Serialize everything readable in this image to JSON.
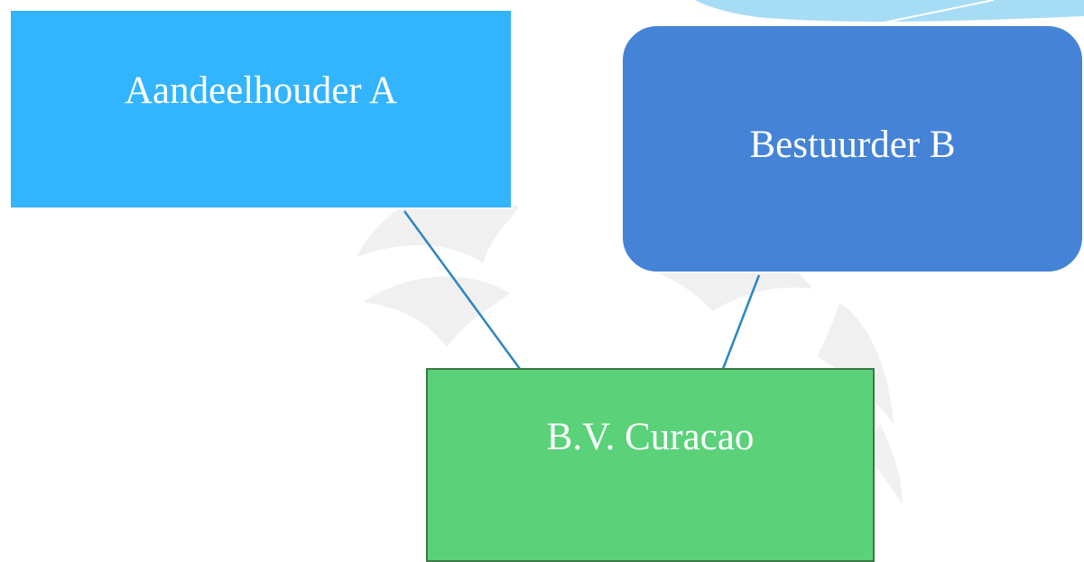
{
  "nodes": [
    {
      "id": "a",
      "label": "Aandeelhouder A",
      "color": "#33b4fe"
    },
    {
      "id": "b",
      "label": "Bestuurder B",
      "color": "#4583d6"
    },
    {
      "id": "c",
      "label": "B.V. Curacao",
      "color": "#5bd27a"
    }
  ],
  "edges": [
    {
      "from": "a",
      "to": "c"
    },
    {
      "from": "b",
      "to": "c"
    }
  ],
  "colors": {
    "connector": "#2a86c4",
    "watermark": "#efefef",
    "top_accent": "#a7dcf5"
  }
}
